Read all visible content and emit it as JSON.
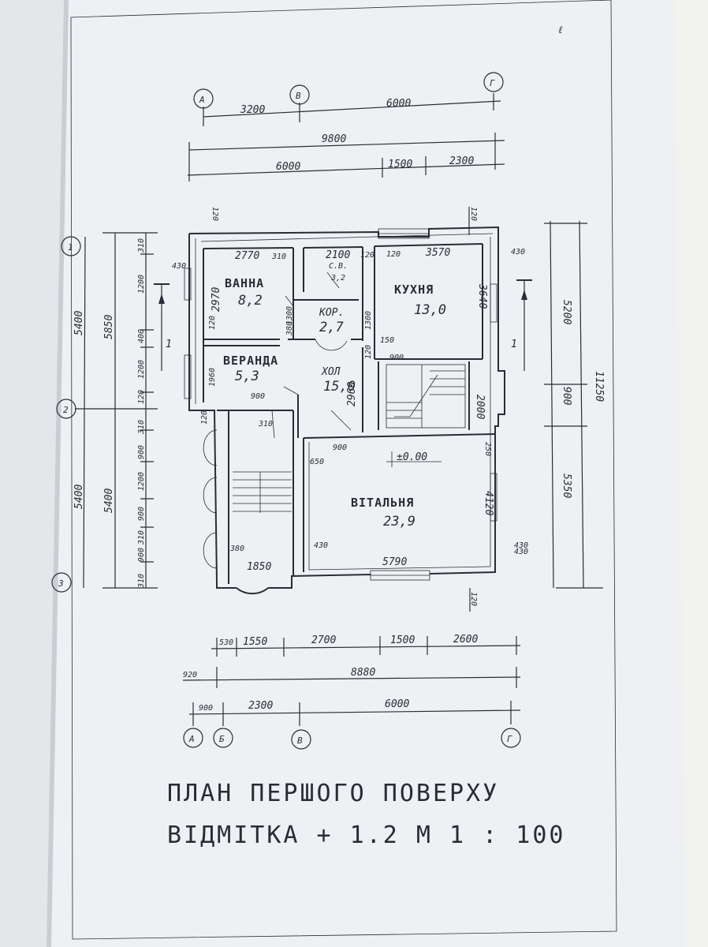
{
  "sheet": {
    "corner_mark": "ℓ"
  },
  "axes_top": {
    "a": "А",
    "b": "Б",
    "v": "В",
    "g": "Г"
  },
  "axes_left": {
    "one": "1",
    "two": "2",
    "three": "3"
  },
  "dims_top": {
    "d1": "3200",
    "d2": "6000",
    "overall": "9800",
    "d3": "6000",
    "d4": "1500",
    "d5": "2300"
  },
  "dims_bottom": {
    "d1": "530",
    "d2": "1550",
    "d3": "2700",
    "d4": "1500",
    "d5": "2600",
    "d6": "920",
    "overall": "8880",
    "a1": "900",
    "a2": "2300",
    "a3": "6000"
  },
  "dims_left": {
    "outer1": "5400",
    "outer2": "5400",
    "total": "5850",
    "inner2": "5400",
    "s1": "310",
    "s2": "1200",
    "s3": "400",
    "s4": "1200",
    "s5": "120",
    "s6": "310",
    "s7": "900",
    "s8": "1200",
    "s9": "900",
    "s10": "310",
    "s11": "900",
    "s12": "310"
  },
  "dims_right": {
    "d1": "5200",
    "overall": "11250",
    "d2": "900",
    "d3": "5350",
    "t1": "120",
    "t2": "430",
    "t3": "430",
    "t4": "120"
  },
  "dims_inner": {
    "a": "120",
    "b": "2770",
    "c": "310",
    "d": "2100",
    "e": "120",
    "f": "120",
    "g": "3570",
    "h": "430",
    "i": "2970",
    "j": "120",
    "k": "1300",
    "l": "1300",
    "m": "3640",
    "n": "380",
    "o": "1960",
    "p": "900",
    "q": "150",
    "r": "2960",
    "s": "900",
    "t": "2000",
    "u": "650",
    "v": "900",
    "w": "250",
    "x": "4120",
    "y": "430",
    "z": "5790",
    "aa": "430",
    "bb": "1850",
    "cc": "380",
    "dd": "120",
    "ee": "310",
    "ff": "120"
  },
  "rooms": {
    "bath": {
      "name": "ВАННА",
      "area": "8,2"
    },
    "wc": {
      "name": "С.В.",
      "area": "3,2"
    },
    "kitchen": {
      "name": "КУХНЯ",
      "area": "13,0"
    },
    "corridor": {
      "name": "КОР.",
      "area": "2,7"
    },
    "veranda": {
      "name": "ВЕРАНДА",
      "area": "5,3"
    },
    "hall": {
      "name": "ХОЛ",
      "area": "15,0"
    },
    "living": {
      "name": "ВІТАЛЬНЯ",
      "area": "23,9"
    }
  },
  "level_mark": "±0.00",
  "section_labels": {
    "left": "1",
    "right": "1"
  },
  "title": {
    "line1": "ПЛАН ПЕРШОГО ПОВЕРХУ",
    "line2": "ВІДМІТКА  + 1.2  М 1 : 100"
  },
  "colors": {
    "ink": "#2b2b36",
    "paper": "#eef0f3",
    "background": "#8a8f94"
  }
}
